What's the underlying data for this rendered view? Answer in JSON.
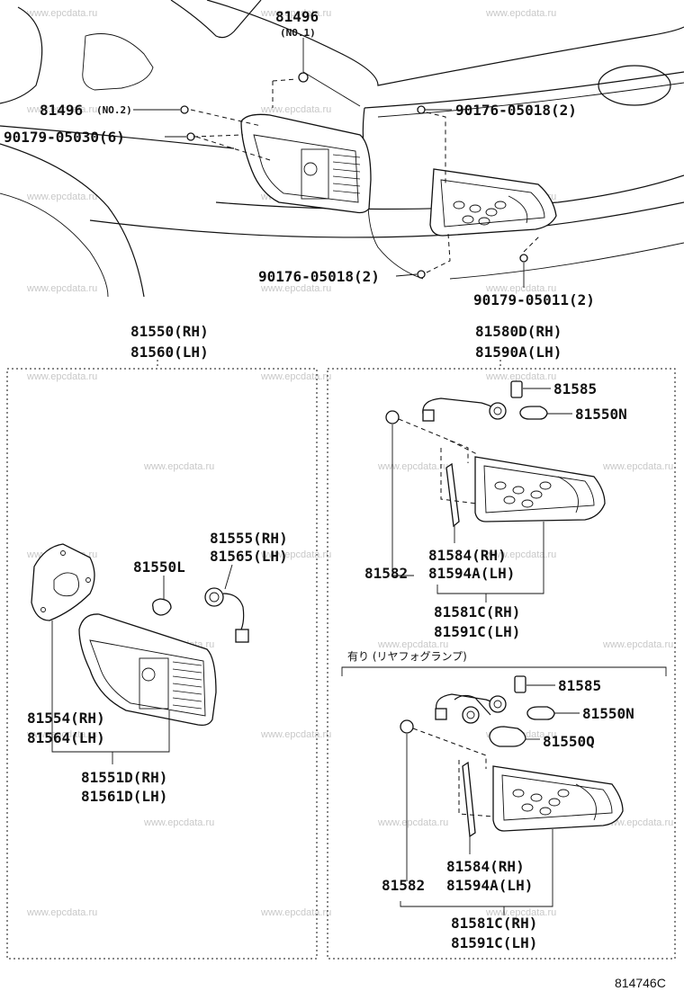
{
  "labels": {
    "top_81496_no1": "81496",
    "top_81496_no1_note": "(NO.1)",
    "top_81496_no2": "81496",
    "top_81496_no2_note": "(NO.2)",
    "top_90179_05030": "90179-05030(6)",
    "top_90176_05018_a": "90176-05018(2)",
    "top_90176_05018_b": "90176-05018(2)",
    "top_90179_05011": "90179-05011(2)",
    "left_81550": "81550(RH)",
    "left_81560": "81560(LH)",
    "right_81580d": "81580D(RH)",
    "right_81590a": "81590A(LH)",
    "left_81555": "81555(RH)",
    "left_81565": "81565(LH)",
    "left_81550l": "81550L",
    "left_81554": "81554(RH)",
    "left_81564": "81564(LH)",
    "left_81551d": "81551D(RH)",
    "left_81561d": "81561D(LH)",
    "r1_81585": "81585",
    "r1_81550n": "81550N",
    "r1_81584": "81584(RH)",
    "r1_81582": "81582",
    "r1_81594a": "81594A(LH)",
    "r1_81581c": "81581C(RH)",
    "r1_81591c": "81591C(LH)",
    "r2_note": "有り (リヤフォグランプ)",
    "r2_81585": "81585",
    "r2_81550n": "81550N",
    "r2_81550q": "81550Q",
    "r2_81584": "81584(RH)",
    "r2_81582": "81582",
    "r2_81594a": "81594A(LH)",
    "r2_81581c": "81581C(RH)",
    "r2_81591c": "81591C(LH)",
    "diagram_code": "814746C"
  },
  "watermark": "www.epcdata.ru"
}
